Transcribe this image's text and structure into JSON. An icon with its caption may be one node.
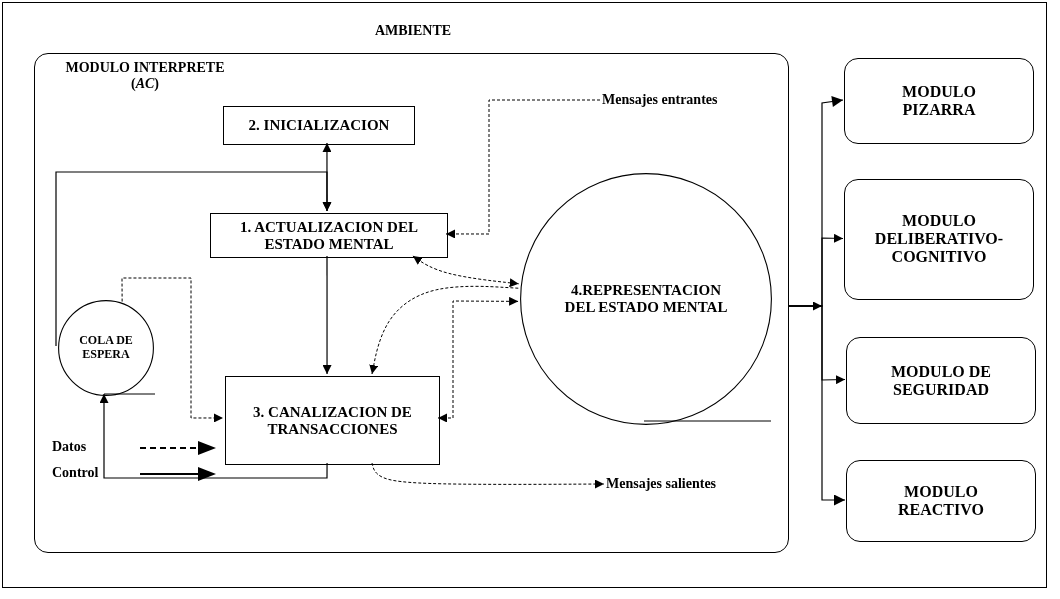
{
  "diagram": {
    "nodes": [
      {
        "text": [
          "AMBIENTE"
        ]
      },
      {
        "text": [
          "MODULO INTERPRETE (*AC*)"
        ],
        "in": 0
      },
      {
        "text": [
          "2. INICIALIZACION"
        ],
        "in": 1
      },
      {
        "text": [
          "1. ACTUALIZACION DEL ESTADO MENTAL"
        ],
        "in": 1
      },
      {
        "text": [
          "COLA DE ESPERA"
        ],
        "in": 1
      },
      {
        "text": [
          "3. CANALIZACION DE TRANSACCIONES"
        ],
        "in": 1
      },
      {
        "text": [
          "4.REPRESENTACION DEL ESTADO MENTAL"
        ],
        "in": 1
      },
      {
        "text": [
          "Mensajes entrantes"
        ],
        "in": 1
      },
      {
        "text": [
          "Mensajes salientes"
        ],
        "in": 1
      },
      {
        "text": [
          "MODULO PIZARRA"
        ],
        "in": 0
      },
      {
        "text": [
          "MODULO DELIBERATIVO-COGNITIVO"
        ],
        "in": 0
      },
      {
        "text": [
          "MODULO DE SEGURIDAD"
        ],
        "in": 0
      },
      {
        "text": [
          "MODULO REACTIVO"
        ],
        "in": 0
      }
    ],
    "edges": [
      {
        "from": 2,
        "to": 3,
        "arrow": "both"
      },
      {
        "from": 4,
        "to": 3,
        "arrow": "to"
      },
      {
        "from": 3,
        "to": 5,
        "arrow": "to"
      },
      {
        "from": 4,
        "to": 5,
        "arrow": "to",
        "style": "dashed"
      },
      {
        "from": 5,
        "to": 4,
        "arrow": "to"
      },
      {
        "from": 7,
        "to": 3,
        "arrow": "to",
        "style": "dashed"
      },
      {
        "from": 3,
        "to": 6,
        "arrow": "both",
        "style": "dashed"
      },
      {
        "from": 6,
        "to": 5,
        "arrow": "to",
        "style": "dashed"
      },
      {
        "from": 5,
        "to": 6,
        "arrow": "both",
        "style": "dashed"
      },
      {
        "from": 5,
        "to": 8,
        "arrow": "to",
        "style": "dashed"
      },
      {
        "from": 1,
        "to": 9,
        "arrow": "to"
      },
      {
        "from": 1,
        "to": 10,
        "arrow": "to"
      },
      {
        "from": 1,
        "to": 11,
        "arrow": "to"
      },
      {
        "from": 1,
        "to": 12,
        "arrow": "to"
      }
    ],
    "legend": [
      {
        "text": "Datos"
      },
      {
        "text": "Control"
      }
    ]
  }
}
